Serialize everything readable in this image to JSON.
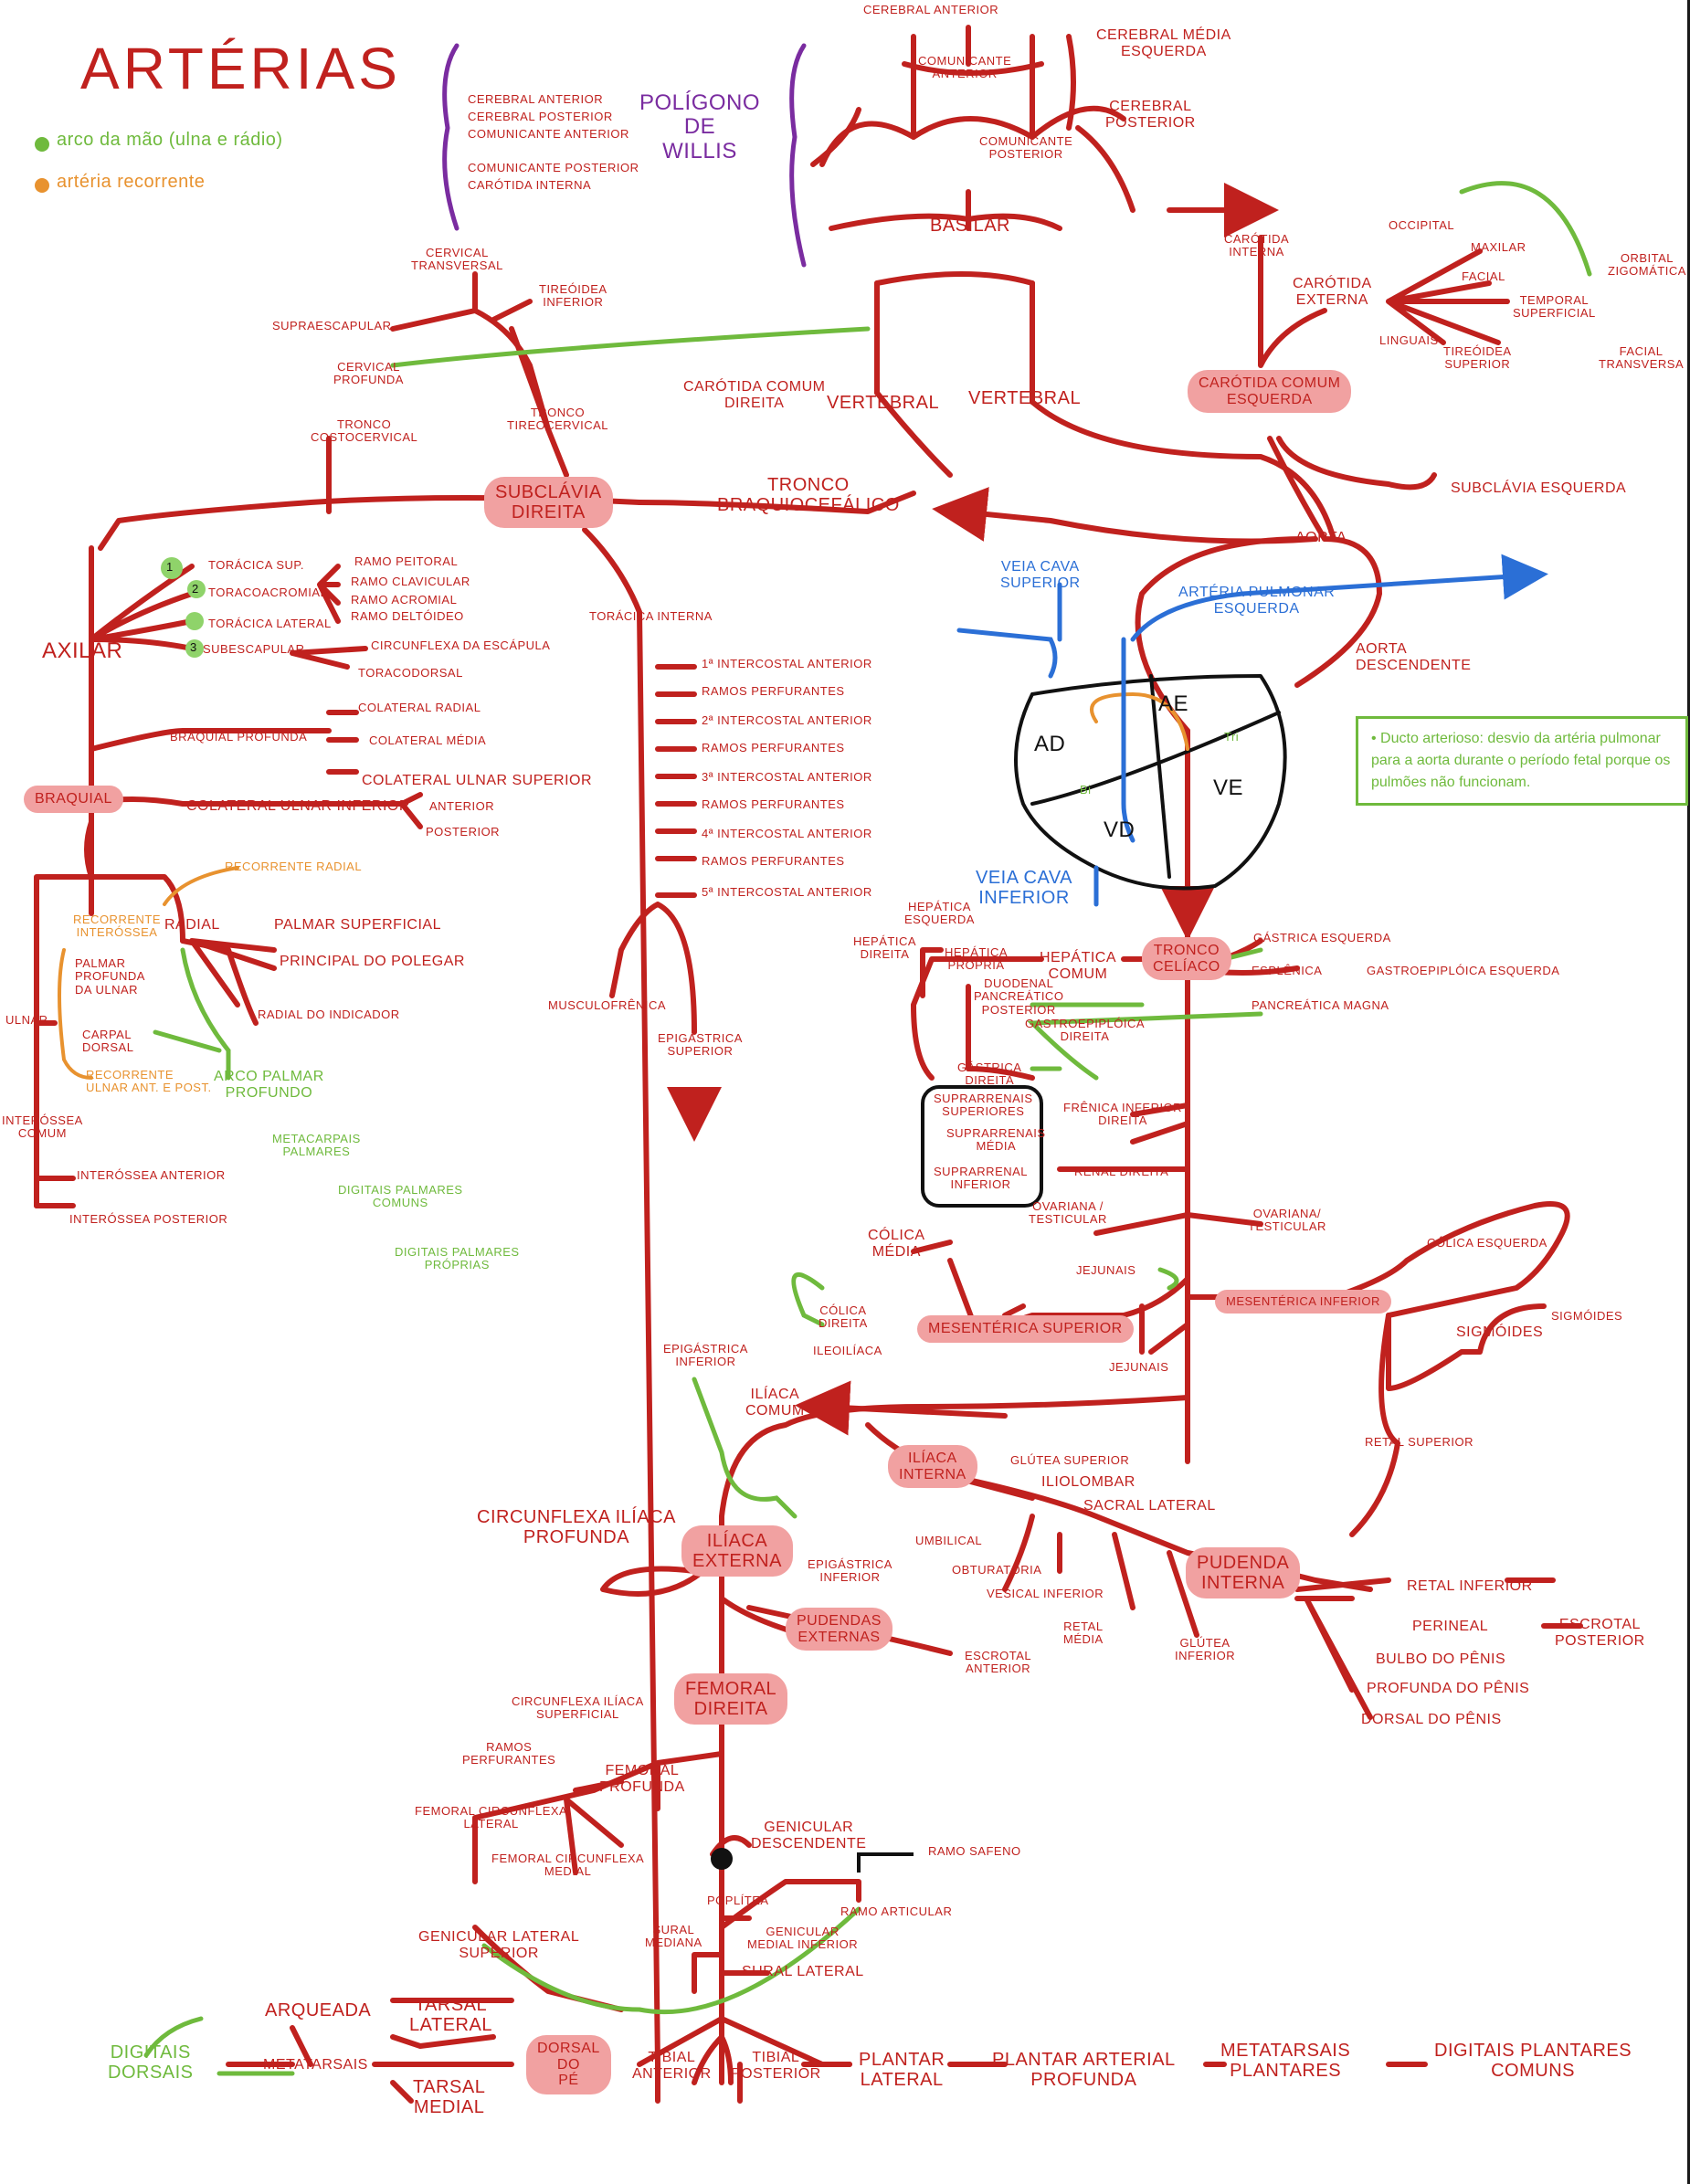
{
  "title": "ARTÉRIAS",
  "legend": [
    {
      "text": "arco da mão (ulna e rádio)",
      "color": "#6fba3d"
    },
    {
      "text": "artéria recorrente",
      "color": "#e8922f"
    }
  ],
  "willis": {
    "name": "POLÍGONO\nDE\nWILLIS",
    "items": "CEREBRAL ANTERIOR\nCEREBRAL POSTERIOR\nCOMUNICANTE ANTERIOR\n\nCOMUNICANTE POSTERIOR\nCARÓTIDA INTERNA"
  },
  "head": {
    "cerebral_anterior": "CEREBRAL ANTERIOR",
    "comunicante_anterior": "COMUNICANTE\nANTERIOR",
    "cerebral_media": "CEREBRAL MÉDIA\nESQUERDA",
    "cerebral_posterior": "CEREBRAL\nPOSTERIOR",
    "comunicante_posterior": "COMUNICANTE\nPOSTERIOR",
    "basilar": "BASILAR",
    "carotida_interna": "CARÓTIDA\nINTERNA",
    "carotida_externa": "CARÓTIDA\nEXTERNA",
    "occipital": "OCCIPITAL",
    "maxilar": "MAXILAR",
    "facial": "FACIAL",
    "orbital": "ORBITAL\nZIGOMÁTICA",
    "temporal": "TEMPORAL\nSUPERFICIAL",
    "linguais": "LINGUAIS",
    "tireoidea_superior": "TIREÓIDEA\nSUPERIOR",
    "facial_transversa": "FACIAL\nTRANSVERSA",
    "carotida_comum_esq": "CARÓTIDA COMUM\nESQUERDA",
    "vertebral_1": "VERTEBRAL",
    "vertebral_2": "VERTEBRAL",
    "carotida_comum_dir": "CARÓTIDA COMUM\nDIREITA"
  },
  "neck": {
    "cervical_transversal": "CERVICAL\nTRANSVERSAL",
    "tireoidea_inferior": "TIREÓIDEA\nINFERIOR",
    "supraescapular": "SUPRAESCAPULAR",
    "cervical_profunda": "CERVICAL\nPROFUNDA",
    "tronco_costocervical": "TRONCO\nCOSTOCERVICAL",
    "tronco_tireocervical": "TRONCO\nTIREOCERVICAL",
    "subclavia_direita": "SUBCLÁVIA\nDIREITA",
    "tronco_braquiocefalico": "TRONCO\nBRAQUIOCEFÁLICO",
    "subclavia_esquerda": "SUBCLÁVIA ESQUERDA",
    "aorta": "AORTA",
    "toracica_interna": "TORÁCICA INTERNA"
  },
  "arm": {
    "toracica_sup": "TORÁCICA SUP.",
    "toracoacromial": "TORACOACROMIAL",
    "toracica_lateral": "TORÁCICA LATERAL",
    "subescapular": "SUBESCAPULAR",
    "ramo_peitoral": "RAMO PEITORAL",
    "ramo_clavicular": "RAMO CLAVICULAR",
    "ramo_acromial": "RAMO ACROMIAL",
    "ramo_deltoideo": "RAMO DELTÓIDEO",
    "circunflexa_escapula": "CIRCUNFLEXA DA ESCÁPULA",
    "toracodorsal": "TORACODORSAL",
    "axilar": "AXILAR",
    "braquial_profunda": "BRAQUIAL PROFUNDA",
    "colateral_radial": "COLATERAL RADIAL",
    "colateral_media": "COLATERAL MÉDIA",
    "colateral_ulnar_superior": "COLATERAL ULNAR SUPERIOR",
    "braquial": "BRAQUIAL",
    "colateral_ulnar_inferior": "COLATERAL ULNAR INFERIOR",
    "anterior": "ANTERIOR",
    "posterior": "POSTERIOR",
    "recorrente_radial": "RECORRENTE RADIAL",
    "recorrente_interossea": "RECORRENTE\nINTERÓSSEA",
    "radial": "RADIAL",
    "palmar_superficial": "PALMAR SUPERFICIAL",
    "principal_polegar": "PRINCIPAL DO POLEGAR",
    "palmar_profunda_ulnar": "PALMAR\nPROFUNDA\nDA ULNAR",
    "ulnar": "ULNAR",
    "carpal_dorsal": "CARPAL\nDORSAL",
    "radial_indicador": "RADIAL DO INDICADOR",
    "recorrente_ulnar": "RECORRENTE\nULNAR ANT. E POST.",
    "arco_palmar_profundo": "ARCO PALMAR\nPROFUNDO",
    "interossea_comum": "INTERÓSSEA\nCOMUM",
    "metacarpais_palmares": "METACARPAIS\nPALMARES",
    "digitais_palmares_comuns": "DIGITAIS PALMARES\nCOMUNS",
    "digitais_palmares_proprias": "DIGITAIS PALMARES\nPRÓPRIAS",
    "interossea_anterior": "INTERÓSSEA ANTERIOR",
    "interossea_posterior": "INTERÓSSEA POSTERIOR",
    "badges": [
      "1",
      "2",
      "3"
    ]
  },
  "thorax": {
    "intercostais": [
      "1ª INTERCOSTAL ANTERIOR",
      "RAMOS PERFURANTES",
      "2ª INTERCOSTAL ANTERIOR",
      "RAMOS PERFURANTES",
      "3ª INTERCOSTAL ANTERIOR",
      "RAMOS PERFURANTES",
      "4ª INTERCOSTAL ANTERIOR",
      "RAMOS PERFURANTES",
      "5ª INTERCOSTAL ANTERIOR"
    ],
    "musculofrenica": "MUSCULOFRÊNICA",
    "epigastrica_superior": "EPIGÁSTRICA\nSUPERIOR",
    "epigastrica_inferior": "EPIGÁSTRICA\nINFERIOR"
  },
  "heart": {
    "veia_cava_superior": "VEIA CAVA\nSUPERIOR",
    "arteria_pulmonar": "ARTÉRIA PULMONAR\nESQUERDA",
    "aorta_descendente": "AORTA\nDESCENDENTE",
    "ad": "AD",
    "ae": "AE",
    "ve": "VE",
    "vd": "VD",
    "bi": "Bi",
    "tri": "Tri",
    "veia_cava_inferior": "VEIA CAVA\nINFERIOR",
    "ducto_note": "• Ducto arterioso: desvio da artéria pulmonar para a aorta durante o período fetal porque os pulmões não funcionam."
  },
  "abdomen": {
    "hepatica_esquerda": "HEPÁTICA\nESQUERDA",
    "hepatica_direita": "HEPÁTICA\nDIREITA",
    "hepatica_propria": "HEPÁTICA\nPRÓPRIA",
    "hepatica_comum": "HEPÁTICA\nCOMUM",
    "tronco_celiaco": "TRONCO\nCELÍACO",
    "gastrica_esquerda": "GÁSTRICA ESQUERDA",
    "esplenica": "ESPLÊNICA",
    "gastroepiploica_esquerda": "GASTROEPIPLÓICA ESQUERDA",
    "pancreatica_magna": "PANCREÁTICA MAGNA",
    "duodenal": "DUODENAL\nPANCREÁTICO\nPOSTERIOR",
    "gastroepiploica_direita": "GASTROEPIPLÓICA\nDIREITA",
    "gastrica_direita": "GÁSTRICA\nDIREITA",
    "suprarrenais_superiores": "SUPRARRENAIS\nSUPERIORES",
    "frenica_inferior": "FRÊNICA INFERIOR\nDIREITA",
    "suprarrenais_media": "SUPRARRENAIS\nMÉDIA",
    "suprarrenal_inferior": "SUPRARRENAL\nINFERIOR",
    "renal_direita": "RENAL DIREITA",
    "ovariana_testicular": "OVARIANA /\nTESTICULAR",
    "ovariana_testicular_2": "OVARIANA/\nTESTICULAR",
    "colica_media": "CÓLICA\nMÉDIA",
    "jejunais_1": "JEJUNAIS",
    "colica_direita": "CÓLICA\nDIREITA",
    "ileoilíaca": "ILEOILÍACA",
    "mesenterica_superior": "MESENTÉRICA SUPERIOR",
    "jejunais_2": "JEJUNAIS",
    "mesenterica_inferior": "MESENTÉRICA INFERIOR",
    "colica_esquerda": "CÓLICA ESQUERDA",
    "sigmoides_1": "SIGMÓIDES",
    "sigmoides_2": "SIGMÓIDES",
    "retal_superior": "RETAL SUPERIOR"
  },
  "pelvis": {
    "iliaca_comum": "ILÍACA\nCOMUM",
    "iliaca_interna": "ILÍACA\nINTERNA",
    "glutea_superior": "GLÚTEA SUPERIOR",
    "iliolombar": "ILIOLOMBAR",
    "sacral_lateral": "SACRAL LATERAL",
    "umbilical": "UMBILICAL",
    "obturatoria": "OBTURATÓRIA",
    "vesical_inferior": "VESICAL INFERIOR",
    "retal_media": "RETAL\nMÉDIA",
    "glutea_inferior": "GLÚTEA\nINFERIOR",
    "pudenda_interna": "PUDENDA\nINTERNA",
    "retal_inferior": "RETAL INFERIOR",
    "perineal": "PERINEAL",
    "escrotal_posterior": "ESCROTAL\nPOSTERIOR",
    "bulbo_penis": "BULBO DO PÊNIS",
    "profunda_penis": "PROFUNDA DO PÊNIS",
    "dorsal_penis": "DORSAL DO PÊNIS",
    "circunflexa_iliaca_profunda": "CIRCUNFLEXA ILÍACA\nPROFUNDA",
    "iliaca_externa": "ILÍACA\nEXTERNA",
    "epigastrica_inferior_2": "EPIGÁSTRICA\nINFERIOR",
    "pudendas_externas": "PUDENDAS\nEXTERNAS",
    "escrotal_anterior": "ESCROTAL\nANTERIOR"
  },
  "leg": {
    "circunflexa_iliaca_superficial": "CIRCUNFLEXA ILÍACA\nSUPERFICIAL",
    "femoral_direita": "FEMORAL\nDIREITA",
    "ramos_perfurantes": "RAMOS\nPERFURANTES",
    "femoral_profunda": "FEMORAL\nPROFUNDA",
    "femoral_circunflexa_lateral": "FEMORAL CIRCUNFLEXA\nLATERAL",
    "femoral_circunflexa_medial": "FEMORAL CIRCUNFLEXA\nMEDIAL",
    "genicular_descendente": "GENICULAR\nDESCENDENTE",
    "ramo_safeno": "RAMO SAFENO",
    "poplitea": "POPLÍTEA",
    "ramo_articular": "RAMO ARTICULAR",
    "sural_mediana": "SURAL\nMEDIANA",
    "genicular_medial_inferior": "GENICULAR\nMEDIAL INFERIOR",
    "genicular_lateral_superior": "GENICULAR LATERAL\nSUPERIOR",
    "sural_lateral": "SURAL LATERAL",
    "arqueada": "ARQUEADA",
    "tarsal_lateral": "TARSAL\nLATERAL",
    "digitais_dorsais": "DIGITAIS\nDORSAIS",
    "metatarsais": "METATARSAIS",
    "tarsal_medial": "TARSAL\nMEDIAL",
    "dorsal_pe": "DORSAL\nDO\nPÉ",
    "tibial_anterior": "TIBIAL\nANTERIOR",
    "tibial_posterior": "TIBIAL\nPOSTERIOR",
    "plantar_lateral": "PLANTAR\nLATERAL",
    "plantar_arterial_profunda": "PLANTAR ARTERIAL\nPROFUNDA",
    "metatarsais_plantares": "METATARSAIS\nPLANTARES",
    "digitais_plantares_comuns": "DIGITAIS PLANTARES\nCOMUNS"
  },
  "colors": {
    "red": "#c0211e",
    "green": "#6fba3d",
    "orange": "#e8922f",
    "blue": "#2b6fd6",
    "purple": "#7a2ca0",
    "highlight": "#f1a1a1"
  }
}
